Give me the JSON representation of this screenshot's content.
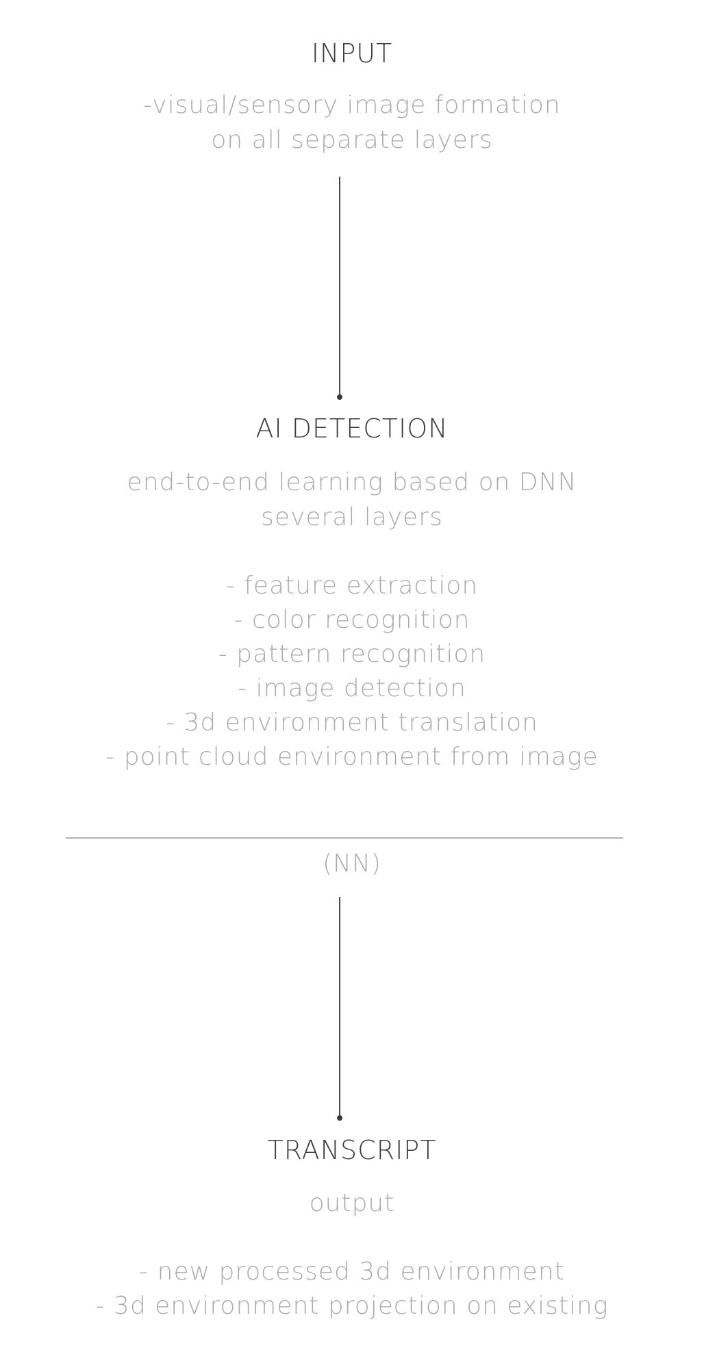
{
  "input": {
    "title": "INPUT",
    "lines": [
      "-visual/sensory image formation",
      "on all separate layers"
    ]
  },
  "detection": {
    "title": "AI DETECTION",
    "intro_lines": [
      "end-to-end learning based on DNN",
      "several layers"
    ],
    "features": [
      "- feature extraction",
      "- color recognition",
      "- pattern recognition",
      "- image detection",
      "- 3d environment translation",
      "- point cloud environment from image"
    ]
  },
  "nn_label": "(NN)",
  "transcript": {
    "title": "TRANSCRIPT",
    "subtitle": "output",
    "items": [
      "- new processed 3d environment",
      "- 3d environment projection on existing"
    ]
  },
  "colors": {
    "heading": "#3d3d3d",
    "body_text": "#ababab",
    "connector": "#4a4a4a",
    "divider": "#b4b4b4"
  }
}
